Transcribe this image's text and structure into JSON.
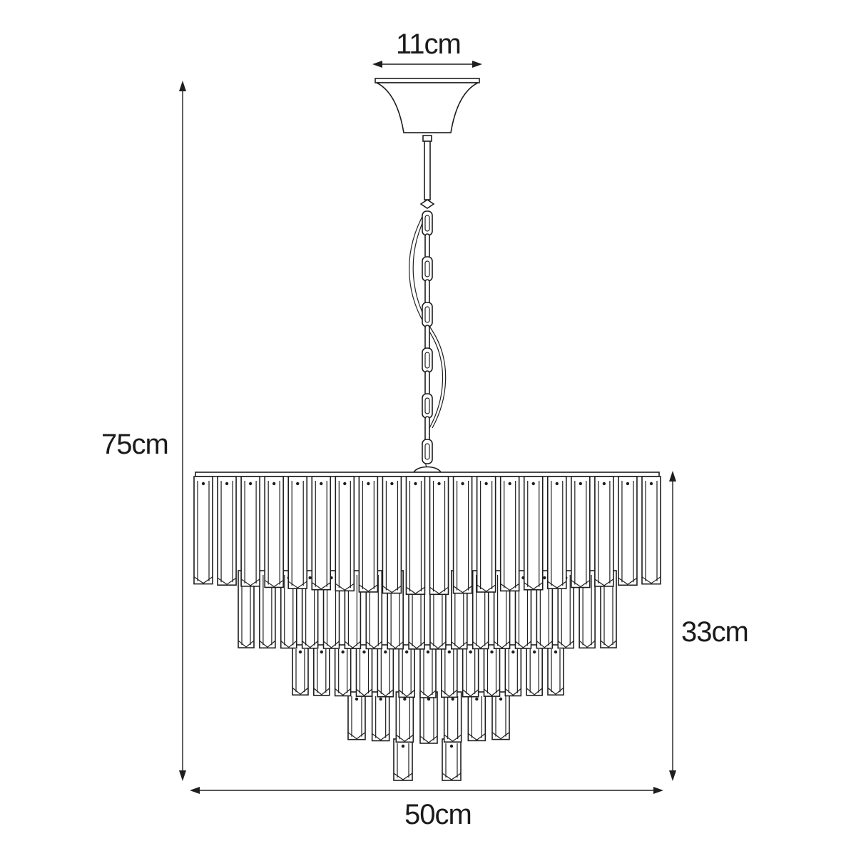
{
  "dimensions": {
    "canopy_width": "11cm",
    "total_height": "75cm",
    "body_height": "33cm",
    "body_width": "50cm"
  }
}
